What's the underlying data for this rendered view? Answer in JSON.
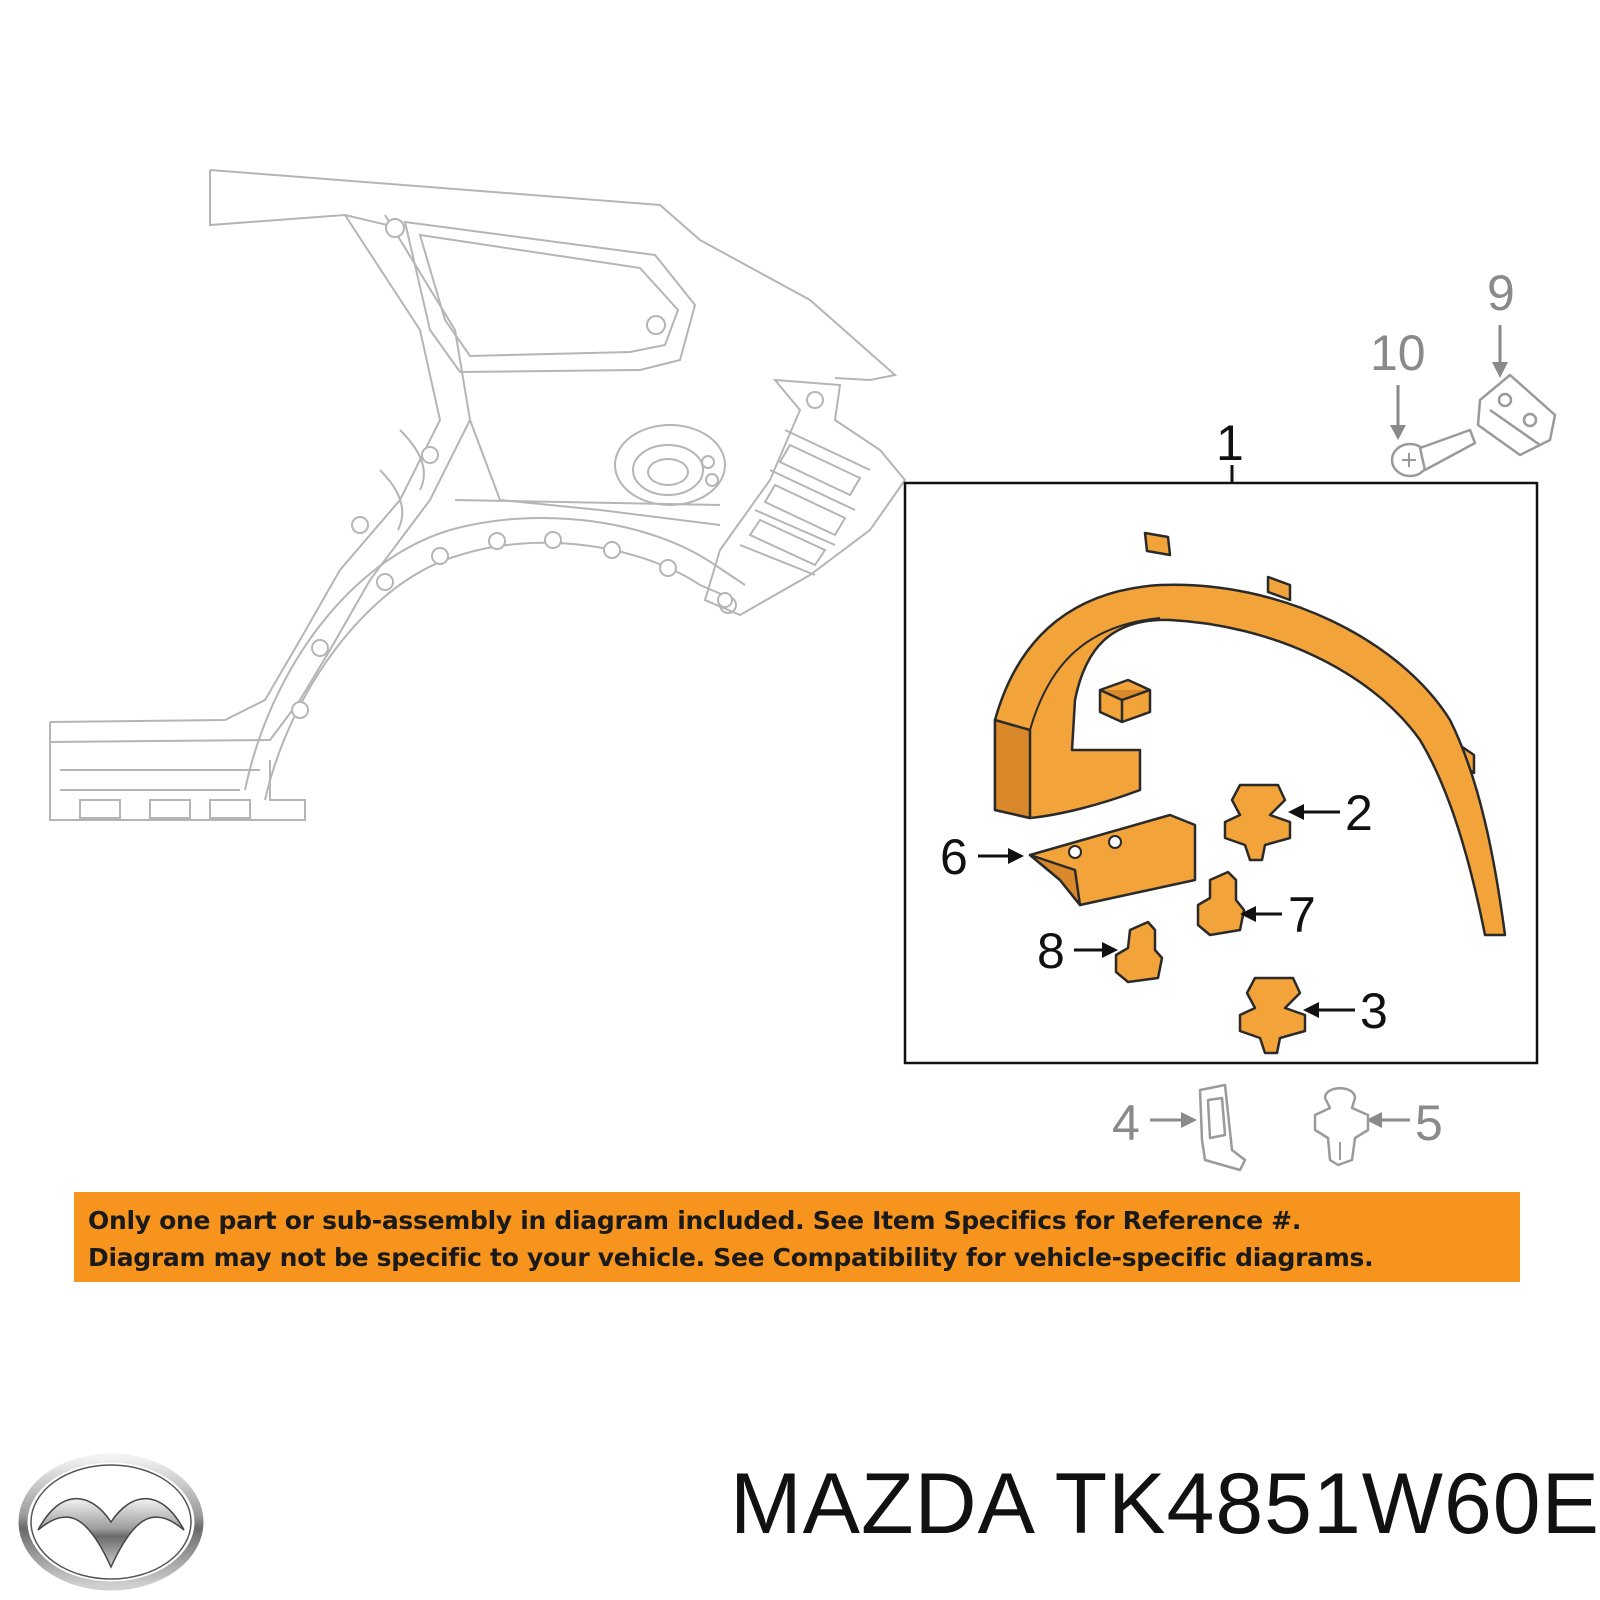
{
  "callouts": {
    "c1": "1",
    "c2": "2",
    "c3": "3",
    "c4": "4",
    "c5": "5",
    "c6": "6",
    "c7": "7",
    "c8": "8",
    "c9": "9",
    "c10": "10"
  },
  "disclaimer": {
    "line1": "Only one part or sub-assembly in diagram included. See Item Specifics for Reference #.",
    "line2": "Diagram may not be specific to your vehicle. See Compatibility for vehicle-specific diagrams."
  },
  "brand": {
    "text": "MAZDA TK4851W60E",
    "logo_icon": "mazda-logo-icon"
  },
  "colors": {
    "highlight_part": "#f2a33a",
    "disclaimer_bg": "#f7941d",
    "panel_line": "#b5b5b5"
  }
}
